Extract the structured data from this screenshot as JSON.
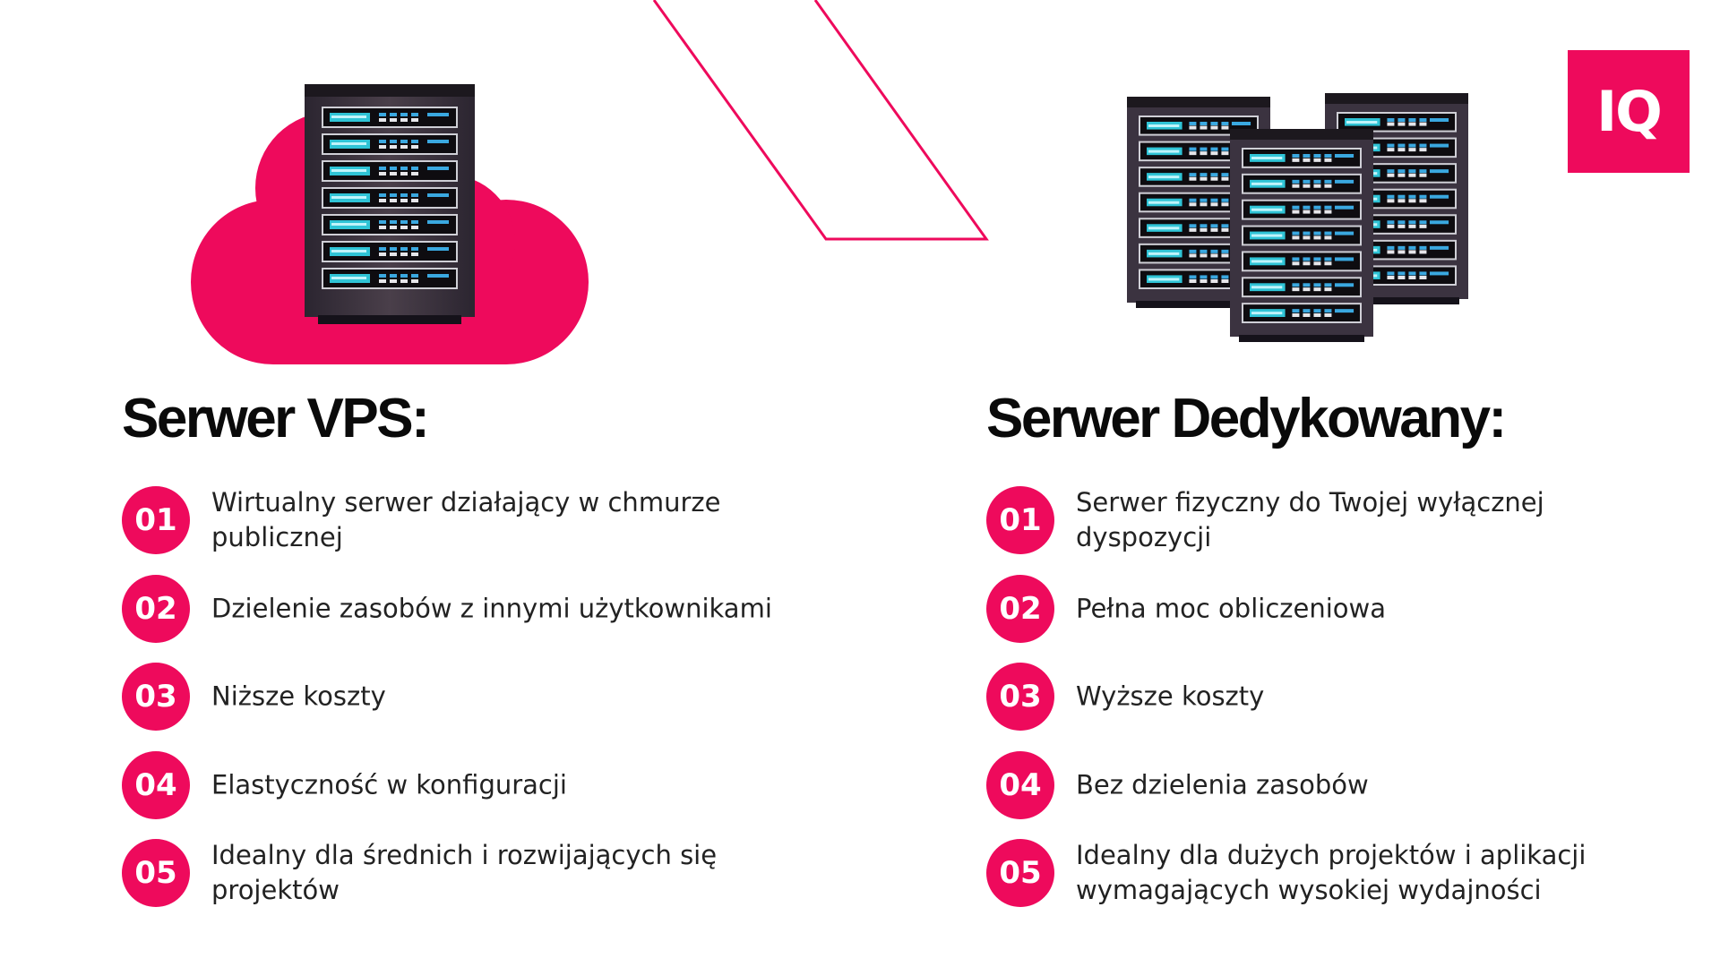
{
  "brand": {
    "logo_text": "IQ",
    "accent_color": "#ee0a5c"
  },
  "vps": {
    "icon": "cloud-server-icon",
    "title": "Serwer VPS:",
    "items": [
      {
        "num": "01",
        "text": "Wirtualny serwer działający w chmurze publicznej"
      },
      {
        "num": "02",
        "text": "Dzielenie zasobów z innymi użytkownikami"
      },
      {
        "num": "03",
        "text": "Niższe koszty"
      },
      {
        "num": "04",
        "text": "Elastyczność w konfiguracji"
      },
      {
        "num": "05",
        "text": "Idealny dla średnich i rozwijających się projektów"
      }
    ]
  },
  "dedicated": {
    "icon": "server-racks-icon",
    "title": "Serwer Dedykowany:",
    "items": [
      {
        "num": "01",
        "text": "Serwer fizyczny do Twojej wyłącznej dyspozycji"
      },
      {
        "num": "02",
        "text": "Pełna moc obliczeniowa"
      },
      {
        "num": "03",
        "text": "Wyższe koszty"
      },
      {
        "num": "04",
        "text": "Bez dzielenia zasobów"
      },
      {
        "num": "05",
        "text": "Idealny dla dużych projektów i aplikacji wymagających wysokiej wydajności"
      }
    ]
  }
}
